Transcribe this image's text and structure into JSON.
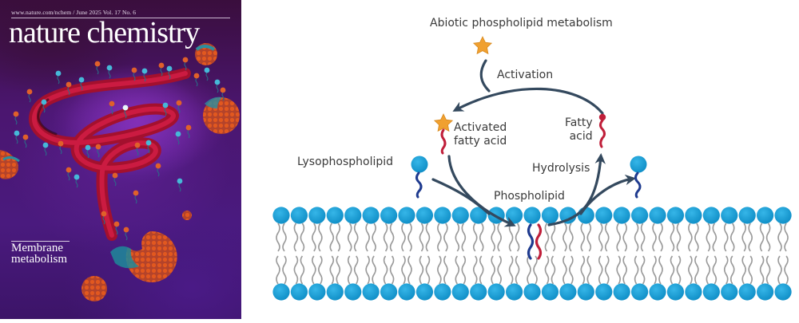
{
  "cover": {
    "journal_url_line": "www.nature.com/nchem / June 2025 Vol. 17 No. 6",
    "journal_title": "nature chemistry",
    "cover_story_line1": "Membrane",
    "cover_story_line2": "metabolism",
    "colors": {
      "background": "#4a1a7e",
      "helix": "#c0163a",
      "vesicle": "#d4501e",
      "accent_cyan": "#3fb6d4"
    }
  },
  "diagram": {
    "title": "Abiotic phospholipid metabolism",
    "labels": {
      "activation": "Activation",
      "activated_fatty_acid_line1": "Activated",
      "activated_fatty_acid_line2": "fatty acid",
      "fatty_acid_line1": "Fatty",
      "fatty_acid_line2": "acid",
      "lysophospholipid": "Lysophospholipid",
      "hydrolysis": "Hydrolysis",
      "phospholipid": "Phospholipid"
    },
    "membrane": {
      "heads_per_leaflet": 29,
      "leaflets": 2
    },
    "colors": {
      "head_blue": "#1aa0d8",
      "arrow": "#34495e",
      "fatty_acid_red": "#c01f3a",
      "lyso_tail_blue": "#1f3b8f",
      "star_orange": "#f0a030",
      "lipid_tail_gray": "#9a9a9a"
    }
  }
}
